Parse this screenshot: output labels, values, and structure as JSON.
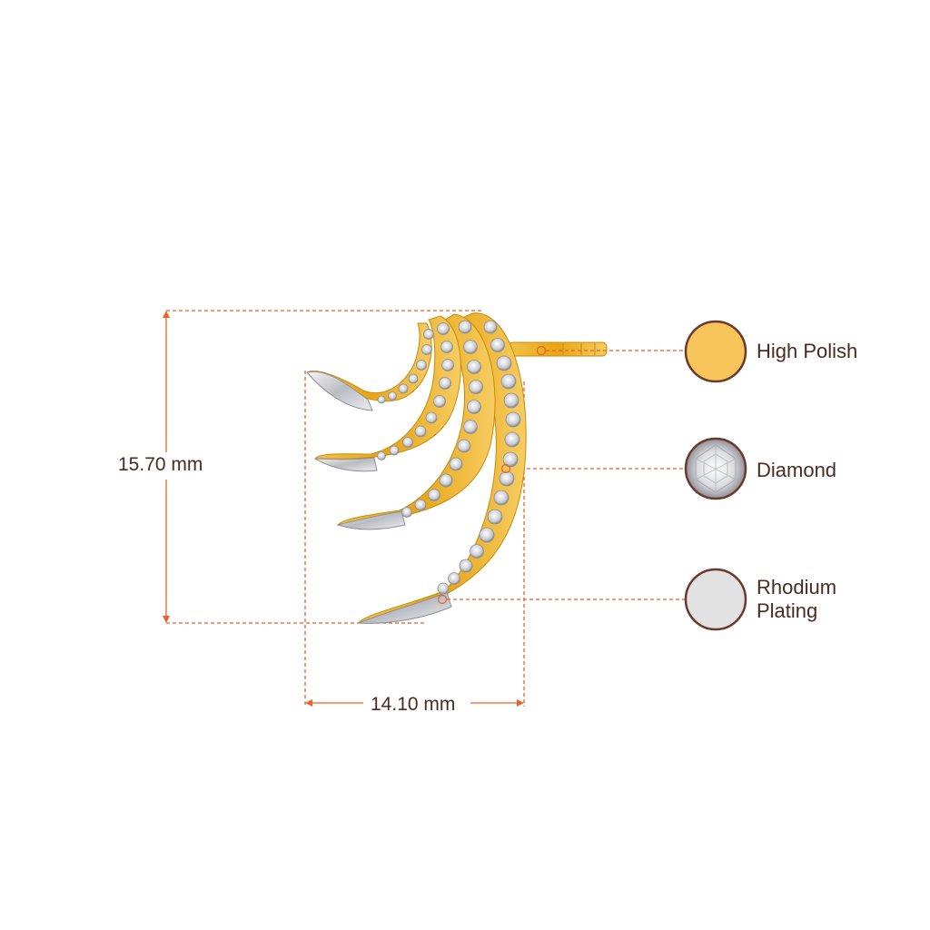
{
  "dimensions": {
    "height_label": "15.70 mm",
    "width_label": "14.10 mm"
  },
  "legend": [
    {
      "label": "High Polish",
      "color": "#f7c55a"
    },
    {
      "label": "Diamond",
      "color": "#e6e6e6"
    },
    {
      "label": "Rhodium",
      "label_line2": "Plating",
      "color": "#e2e2e2"
    }
  ],
  "colors": {
    "dimension_line": "#e8622a",
    "text": "#4a2b22",
    "swatch_border": "#6b3a2c",
    "gold": "#e9a91c",
    "silver": "#cfd2d6"
  }
}
